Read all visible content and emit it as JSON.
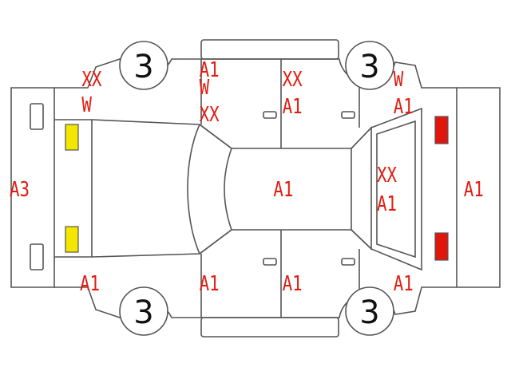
{
  "colors": {
    "outline": "#555555",
    "code_text": "#e31b10",
    "front_lamp": "#f3e600",
    "rear_lamp": "#e0160d",
    "background": "#ffffff"
  },
  "tires": {
    "front_left": "3",
    "rear_left": "3",
    "front_right": "3",
    "rear_right": "3"
  },
  "codes": {
    "front_left_fender_1": "XX",
    "front_left_fender_2": "W",
    "front_bumper": "A3",
    "front_right_fender": "A1",
    "hood": "A1",
    "a_pillar_w": "W",
    "a_pillar_xx": "XX",
    "roof_left_xx": "XX",
    "roof_left_a1": "A1",
    "rear_left_fender_w": "W",
    "rear_left_fender_a1": "A1",
    "roof": "A1",
    "trunk_xx": "XX",
    "trunk_a1": "A1",
    "rear_bumper": "A1",
    "front_door_right": "A1",
    "rear_door_right": "A1",
    "rear_right_fender": "A1"
  }
}
